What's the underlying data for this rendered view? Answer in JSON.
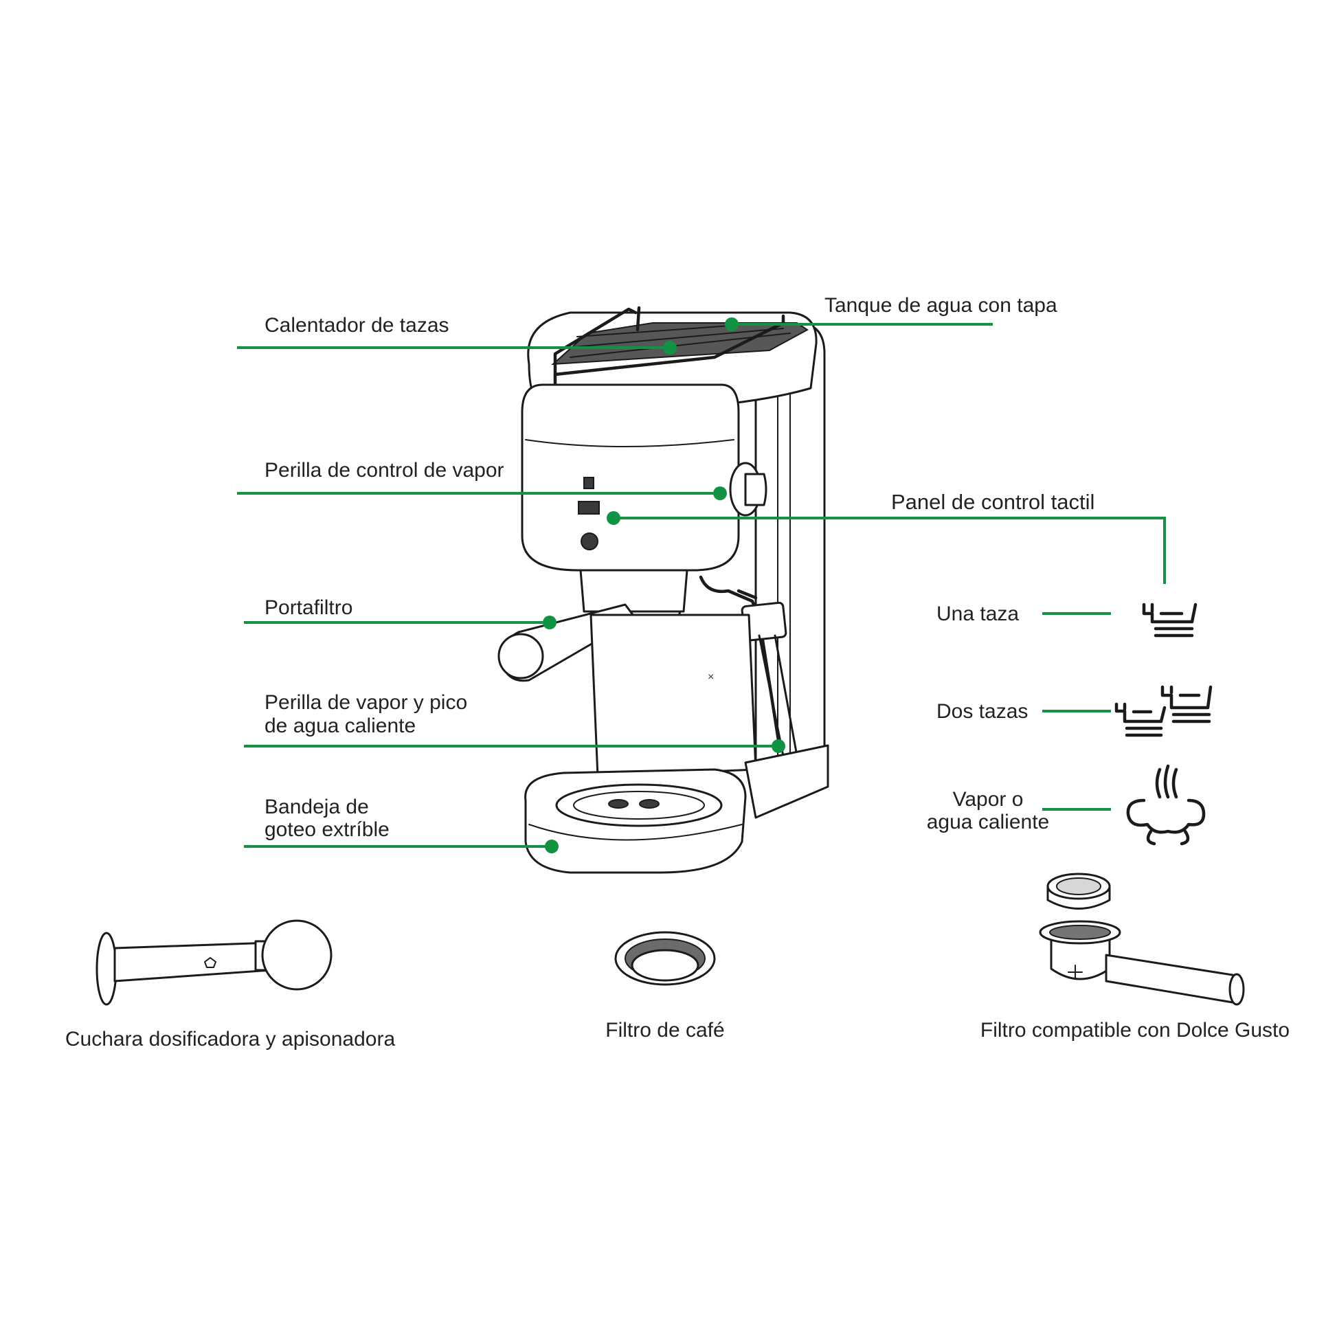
{
  "colors": {
    "leader": "#129243",
    "ink": "#1b1b1b",
    "background": "#ffffff"
  },
  "labels": {
    "cup_warmer": "Calentador de tazas",
    "water_tank": "Tanque de agua con tapa",
    "steam_knob": "Perilla de control de vapor",
    "touch_panel": "Panel de control tactil",
    "portafilter": "Portafiltro",
    "steam_wand_1": "Perilla de vapor y pico",
    "steam_wand_2": "de agua caliente",
    "drip_tray_1": "Bandeja de",
    "drip_tray_2": "goteo extríble"
  },
  "panel_buttons": {
    "one_cup": "Una taza",
    "two_cups": "Dos tazas",
    "steam_1": "Vapor o",
    "steam_2": "agua caliente"
  },
  "accessories": {
    "tamper_spoon": "Cuchara dosificadora y apisonadora",
    "coffee_filter": "Filtro de café",
    "dolce_gusto": "Filtro compatible con Dolce Gusto"
  },
  "icons": {
    "one_cup": "one-cup-icon",
    "two_cups": "two-cups-icon",
    "steam": "steam-icon"
  }
}
